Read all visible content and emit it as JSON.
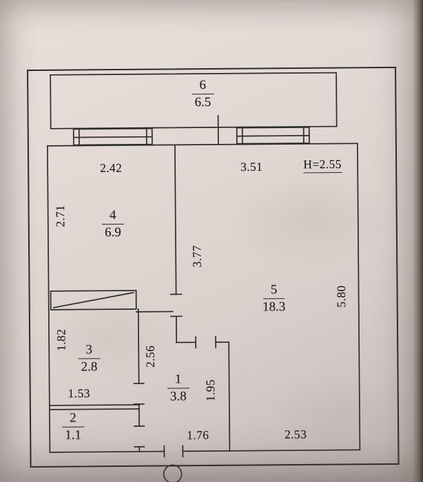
{
  "plan": {
    "ceiling_height_note": "H=2.55",
    "rooms": [
      {
        "number": "6",
        "area": "6.5"
      },
      {
        "number": "4",
        "area": "6.9"
      },
      {
        "number": "5",
        "area": "18.3"
      },
      {
        "number": "3",
        "area": "2.8"
      },
      {
        "number": "1",
        "area": "3.8"
      },
      {
        "number": "2",
        "area": "1.1"
      }
    ],
    "dimensions": {
      "room4_width": "2.42",
      "room5_width": "3.51",
      "room4_height": "2.71",
      "middle_wall_height": "3.77",
      "room5_height": "5.80",
      "room3_height": "1.82",
      "hall_height": "2.56",
      "room3_width": "1.53",
      "room1_height": "1.95",
      "room1_width": "1.76",
      "room5_bottom_width": "2.53"
    }
  }
}
